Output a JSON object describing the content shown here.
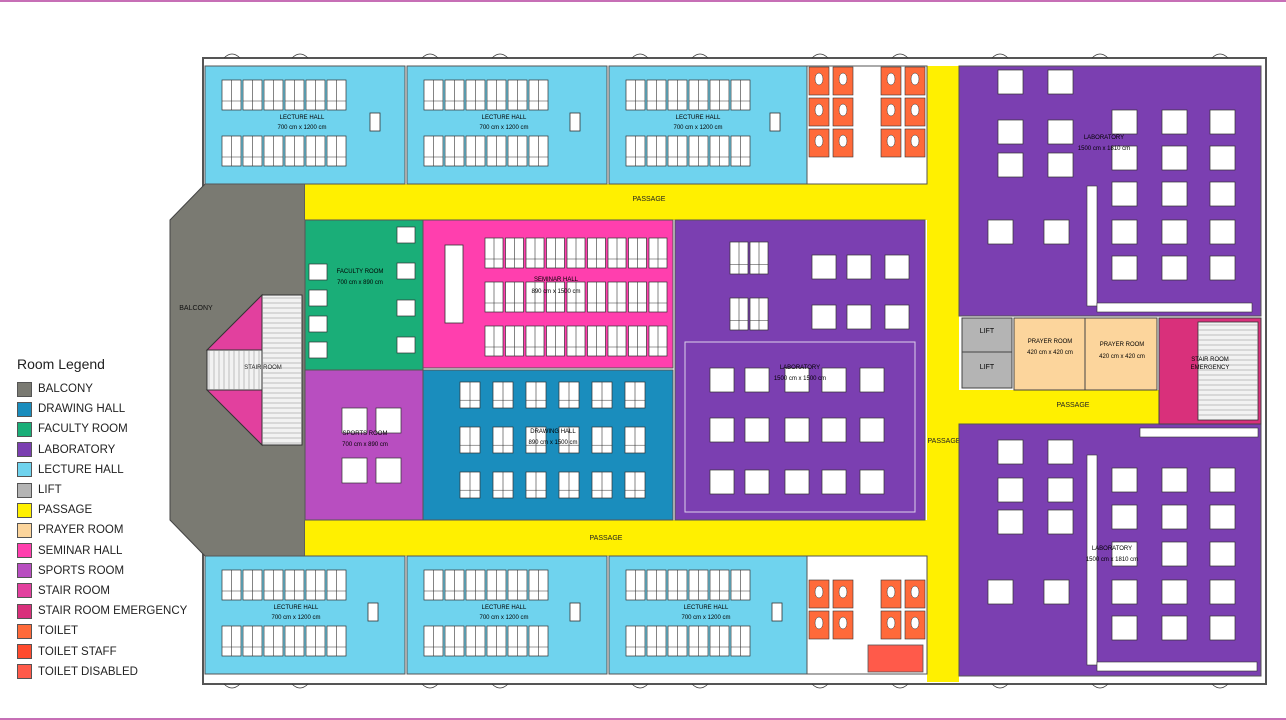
{
  "colors": {
    "balcony": "#7a7a72",
    "drawing_hall": "#1a8dbd",
    "faculty_room": "#1aae78",
    "laboratory": "#7b3fb1",
    "lecture_hall": "#6fd3ee",
    "lift": "#b4b4b4",
    "passage": "#fff000",
    "prayer_room": "#fcd59c",
    "seminar_hall": "#ff3fae",
    "sports_room": "#b84ec0",
    "stair_room": "#e2409e",
    "stair_room_emergency": "#d9307b",
    "toilet": "#ff6a3a",
    "toilet_staff": "#ff4b2e",
    "toilet_disabled": "#ff5a4a"
  },
  "legend": {
    "title": "Room Legend",
    "items": [
      {
        "label": "BALCONY",
        "color": "#7a7a72"
      },
      {
        "label": "DRAWING HALL",
        "color": "#1a8dbd"
      },
      {
        "label": "FACULTY ROOM",
        "color": "#1aae78"
      },
      {
        "label": "LABORATORY",
        "color": "#7b3fb1"
      },
      {
        "label": "LECTURE HALL",
        "color": "#6fd3ee"
      },
      {
        "label": "LIFT",
        "color": "#b4b4b4"
      },
      {
        "label": "PASSAGE",
        "color": "#fff000"
      },
      {
        "label": "PRAYER ROOM",
        "color": "#fcd59c"
      },
      {
        "label": "SEMINAR HALL",
        "color": "#ff3fae"
      },
      {
        "label": "SPORTS ROOM",
        "color": "#b84ec0"
      },
      {
        "label": "STAIR ROOM",
        "color": "#e2409e"
      },
      {
        "label": "STAIR ROOM EMERGENCY",
        "color": "#d9307b"
      },
      {
        "label": "TOILET",
        "color": "#ff6a3a"
      },
      {
        "label": "TOILET  STAFF",
        "color": "#ff4b2e"
      },
      {
        "label": "TOILET DISABLED",
        "color": "#ff5a4a"
      }
    ]
  },
  "rooms": {
    "lecture_hall_top_1": {
      "name": "LECTURE HALL",
      "size": "700 cm x 1200 cm"
    },
    "lecture_hall_top_2": {
      "name": "LECTURE HALL",
      "size": "700 cm x 1200 cm"
    },
    "lecture_hall_top_3": {
      "name": "LECTURE HALL",
      "size": "700 cm x 1200 cm"
    },
    "lecture_hall_bottom_1": {
      "name": "LECTURE HALL",
      "size": "700 cm x 1200 cm"
    },
    "lecture_hall_bottom_2": {
      "name": "LECTURE HALL",
      "size": "700 cm x 1200 cm"
    },
    "lecture_hall_bottom_3": {
      "name": "LECTURE HALL",
      "size": "700 cm x 1200 cm"
    },
    "faculty_room": {
      "name": "FACULTY ROOM",
      "size": "700 cm x 890 cm"
    },
    "seminar_hall": {
      "name": "SEMINAR HALL",
      "size": "890 cm x 1500 cm"
    },
    "sports_room": {
      "name": "SPORTS ROOM",
      "size": "700 cm x 890 cm"
    },
    "drawing_hall": {
      "name": "DRAWING HALL",
      "size": "890 cm x 1500 cm"
    },
    "laboratory_center": {
      "name": "LABORATORY",
      "size": "1500 cm x 1500 cm"
    },
    "laboratory_top_right": {
      "name": "LABORATORY",
      "size": "1500 cm x 1810 cm"
    },
    "laboratory_bottom_right": {
      "name": "LABORATORY",
      "size": "1500 cm x 1810 cm"
    },
    "prayer_room_1": {
      "name": "PRAYER ROOM",
      "size": "420 cm x 420 cm"
    },
    "prayer_room_2": {
      "name": "PRAYER ROOM",
      "size": "420 cm x 420 cm"
    },
    "stair_room_emergency": {
      "name": "STAIR ROOM EMERGENCY"
    },
    "stair_room": {
      "name": "STAIR ROOM"
    },
    "balcony": {
      "name": "BALCONY"
    },
    "lift_1": {
      "name": "LIFT"
    },
    "lift_2": {
      "name": "LIFT"
    }
  },
  "passages": {
    "top": "PASSAGE",
    "bottom": "PASSAGE",
    "vertical": "PASSAGE",
    "right": "PASSAGE"
  }
}
